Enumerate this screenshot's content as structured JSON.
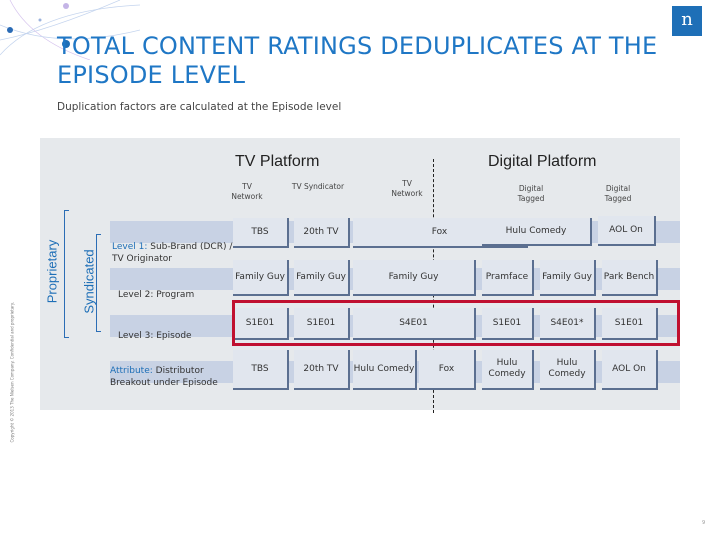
{
  "slide": {
    "title": "TOTAL CONTENT RATINGS DEDUPLICATES AT THE EPISODE LEVEL",
    "subtitle": "Duplication factors are calculated at the Episode level",
    "copyright": "Copyright © 2013 The Nielsen Company. Confidential and proprietary.",
    "page_number": "9",
    "logo_text": "n"
  },
  "diagram": {
    "tv_platform_label": "TV Platform",
    "digital_platform_label": "Digital Platform",
    "proprietary_label": "Proprietary",
    "syndicated_label": "Syndicated",
    "column_headers": [
      "TV Network",
      "TV Syndicator",
      "TV Network",
      "Digital Tagged",
      "Digital Tagged"
    ],
    "levels": {
      "l1_prefix": "Level 1:",
      "l1_text": "Sub-Brand (DCR) / TV Originator",
      "l2": "Level 2: Program",
      "l3": "Level 3: Episode",
      "attr_prefix": "Attribute:",
      "attr_text": "Distributor Breakout under Episode"
    },
    "row1": [
      "TBS",
      "20th TV",
      "Fox",
      "Hulu Comedy",
      "AOL On"
    ],
    "row2": [
      "Family Guy",
      "Family Guy",
      "Family Guy",
      "Pramface",
      "Family Guy",
      "Park Bench"
    ],
    "row3": [
      "S1E01",
      "S1E01",
      "S4E01",
      "S1E01",
      "S4E01*",
      "S1E01"
    ],
    "row4": [
      "TBS",
      "20th TV",
      "Hulu Comedy",
      "Fox",
      "Hulu Comedy",
      "Hulu Comedy",
      "AOL On"
    ]
  }
}
